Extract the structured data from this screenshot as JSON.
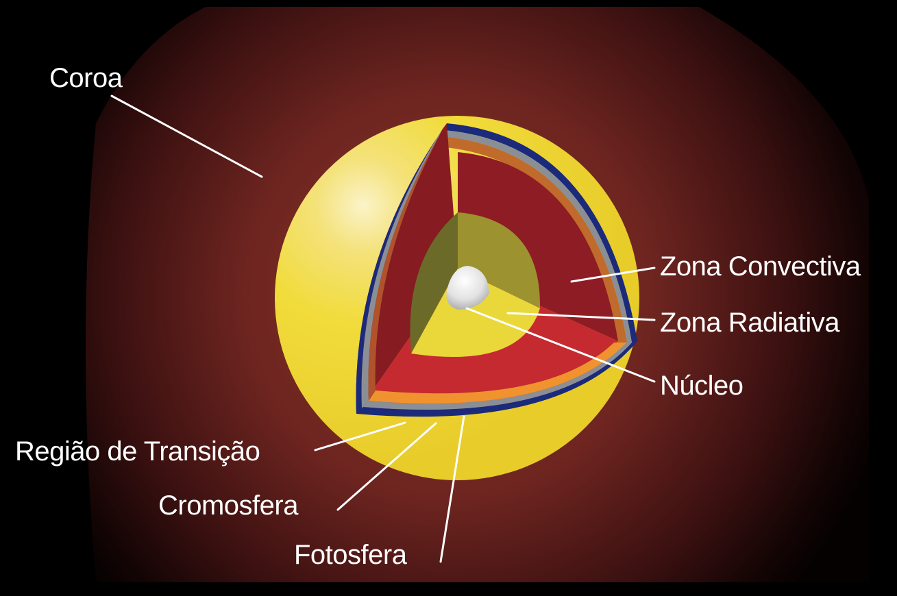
{
  "diagram": {
    "labels": {
      "coroa": "Coroa",
      "zona_convectiva": "Zona Convectiva",
      "zona_radiativa": "Zona Radiativa",
      "nucleo": "Núcleo",
      "regiao_transicao": "Região de Transição",
      "cromosfera": "Cromosfera",
      "fotosfera": "Fotosfera"
    },
    "colors": {
      "background": "#000000",
      "corona_inner": "#7a2a22",
      "corona_outer": "#1a0707",
      "surface": "#f1dc3c",
      "surface_highlight": "#fbf3c8",
      "transition_region": "#1b2a7a",
      "chromosphere": "#8a8f96",
      "photosphere": "#f0922e",
      "convective_zone_cut": "#c42a30",
      "convective_zone_wall": "#861b22",
      "radiative_zone_floor": "#ead83a",
      "radiative_zone_wall": "#9c9230",
      "core": "#e4e4e4",
      "leader_lines": "#ffffff"
    }
  }
}
